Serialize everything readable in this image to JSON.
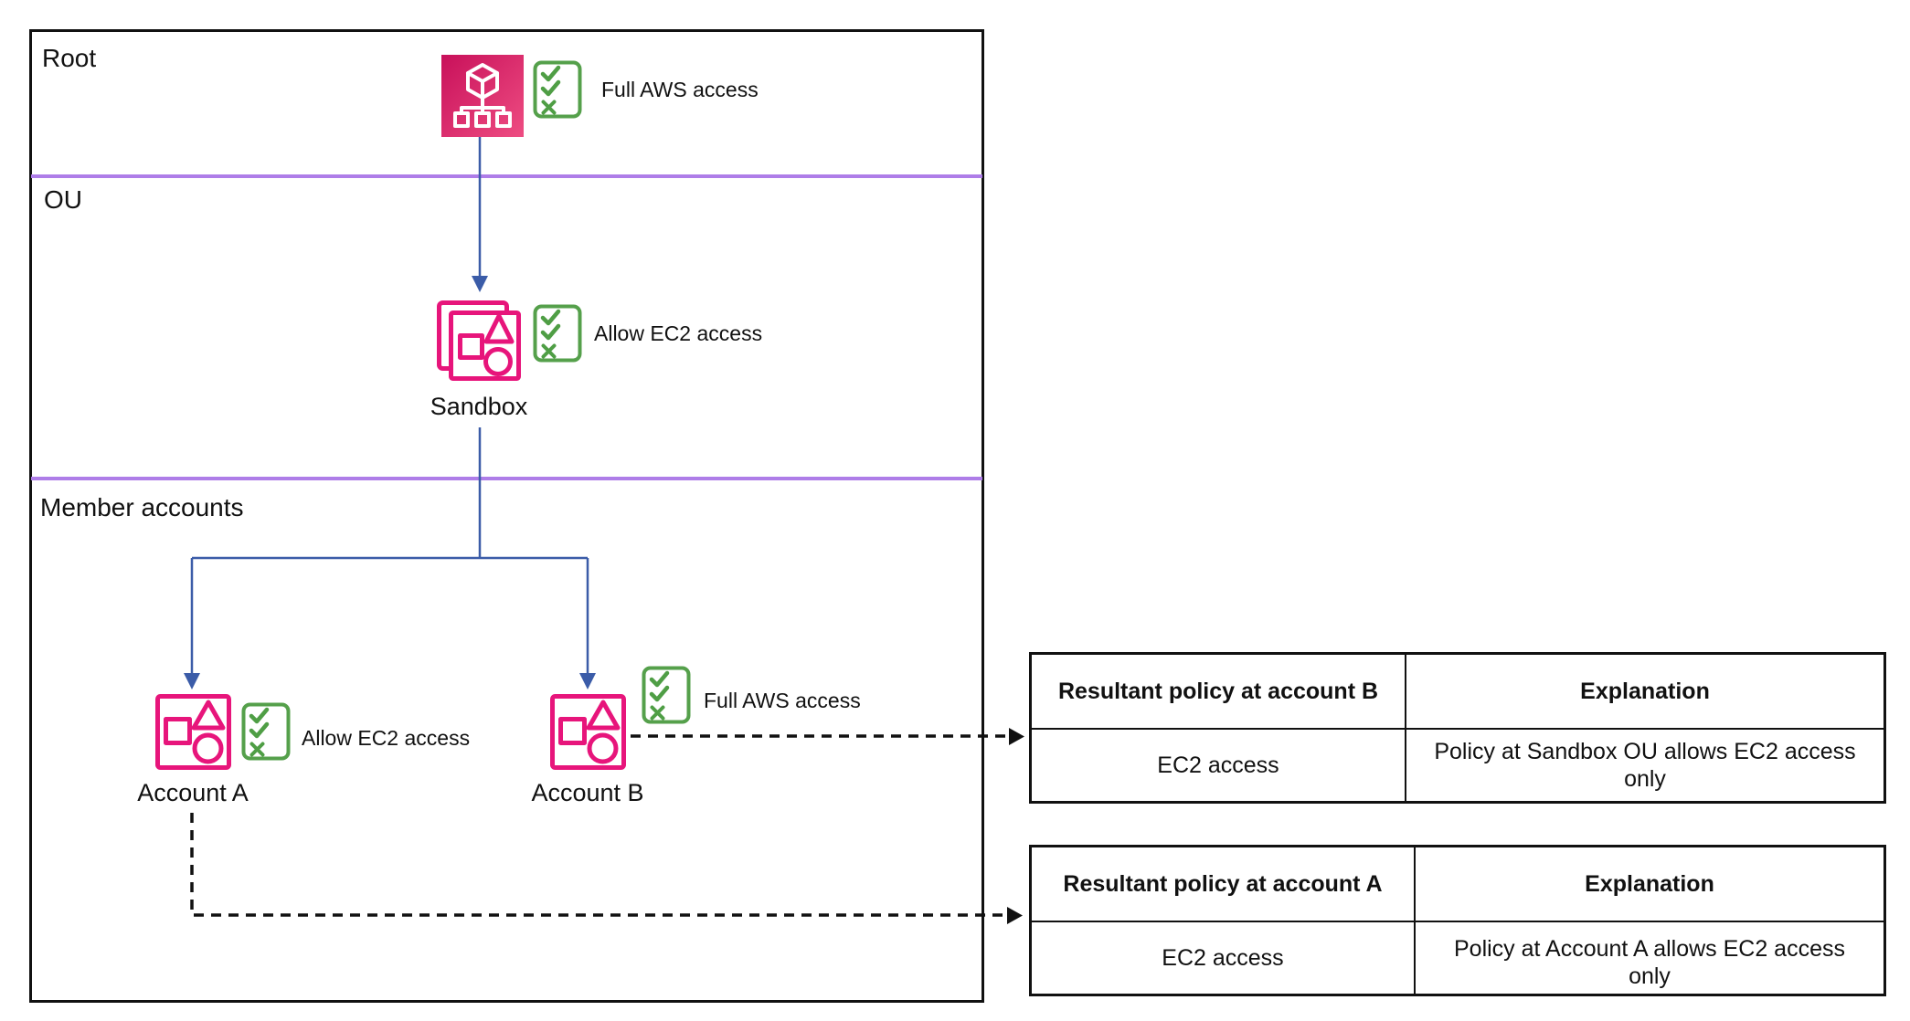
{
  "diagram": {
    "sections": {
      "root": "Root",
      "ou": "OU",
      "member_accounts": "Member accounts"
    },
    "nodes": {
      "root": {
        "annotation": "Full AWS access"
      },
      "sandbox": {
        "label": "Sandbox",
        "annotation": "Allow EC2 access"
      },
      "account_a": {
        "label": "Account A",
        "annotation": "Allow EC2 access"
      },
      "account_b": {
        "label": "Account B",
        "annotation": "Full AWS access"
      }
    },
    "icons": [
      "organizations-icon",
      "policy-checklist-icon",
      "organizational-unit-icon",
      "account-icon",
      "arrow-down-icon",
      "dashed-arrow-right-icon"
    ],
    "colors": {
      "pink_outline": "#E7157B",
      "pink_gradient_start": "#C8105A",
      "pink_gradient_end": "#EE4D82",
      "green": "#55A04B",
      "blue_connector": "#3B5CA8",
      "purple_divider": "#AE7DE8",
      "line_black": "#111111"
    }
  },
  "tables": [
    {
      "headers": [
        "Resultant policy at account B",
        "Explanation"
      ],
      "rows": [
        [
          "EC2 access",
          "Policy at Sandbox OU allows EC2 access only"
        ]
      ]
    },
    {
      "headers": [
        "Resultant policy at account A",
        "Explanation"
      ],
      "rows": [
        [
          "EC2 access",
          "Policy at Account A allows EC2 access only"
        ]
      ]
    }
  ]
}
